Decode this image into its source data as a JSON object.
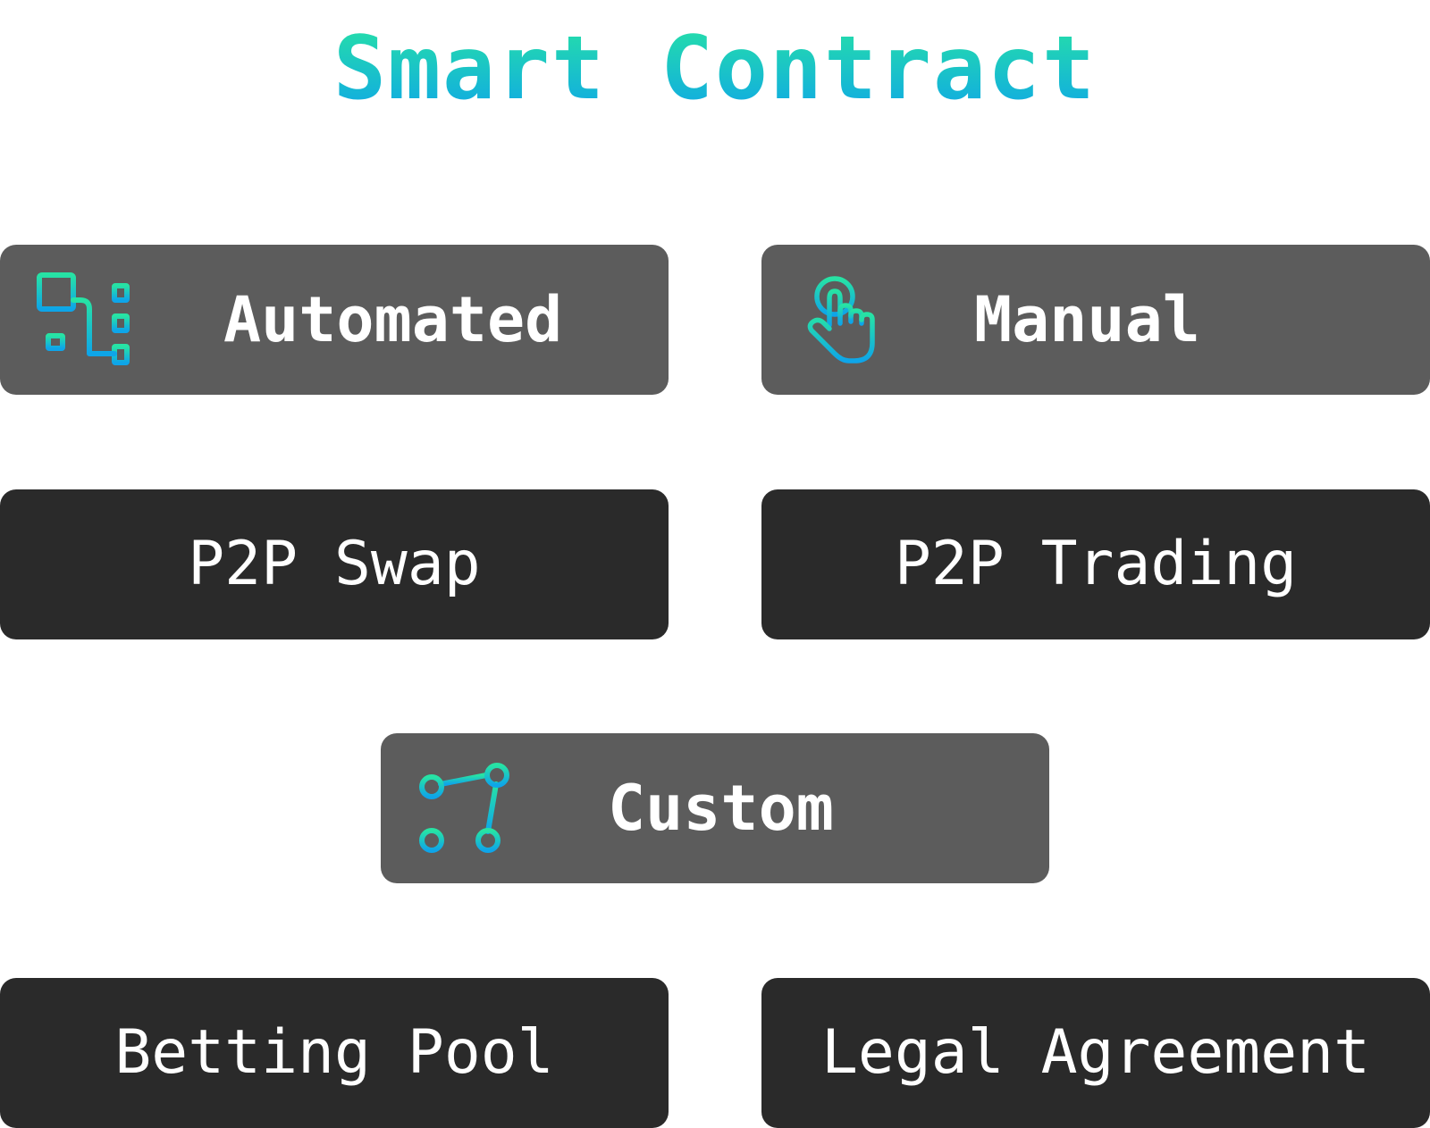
{
  "title": "Smart Contract",
  "colors": {
    "gradient_top": "#27e3a4",
    "gradient_bottom": "#0ea5e9",
    "header_card": "#5c5c5c",
    "item_card": "#2a2a2a",
    "text": "#ffffff"
  },
  "categories": {
    "automated": {
      "label": "Automated",
      "icon": "flowchart-icon"
    },
    "manual": {
      "label": "Manual",
      "icon": "tap-hand-icon"
    },
    "custom": {
      "label": "Custom",
      "icon": "polygon-nodes-icon"
    }
  },
  "items": {
    "p2p_swap": "P2P Swap",
    "p2p_trading": "P2P Trading",
    "betting_pool": "Betting Pool",
    "legal_agreement": "Legal Agreement"
  }
}
